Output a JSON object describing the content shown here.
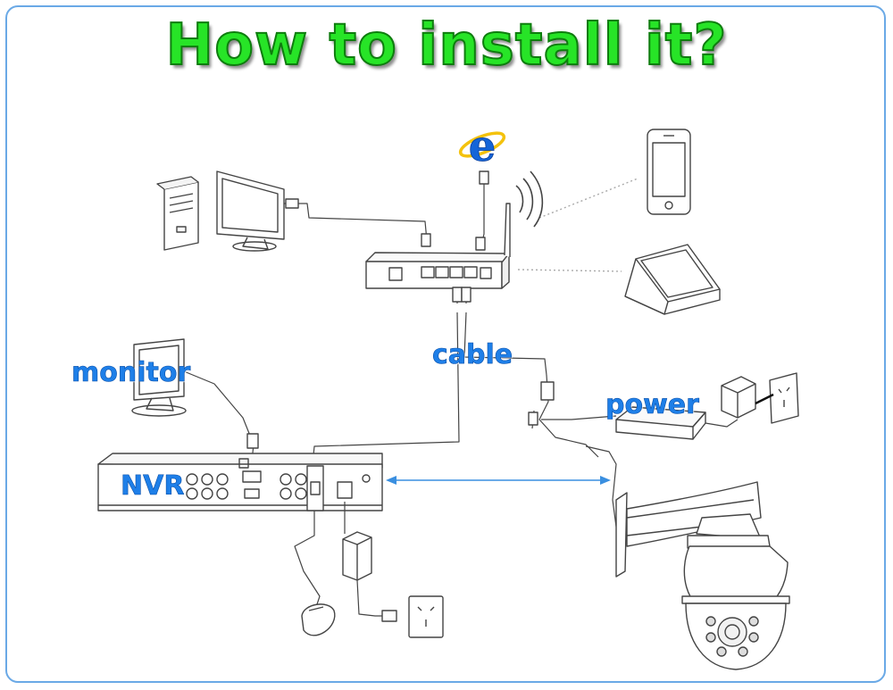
{
  "title": "How to install it?",
  "labels": {
    "cable": "cable",
    "monitor": "monitor",
    "power": "power",
    "nvr": "NVR"
  },
  "colors": {
    "title_fill": "#27e427",
    "label_blue": "#1e7fe8",
    "frame_border": "#6aa9e6",
    "ie_blue": "#1565d8",
    "ie_yellow": "#f4c20d"
  },
  "icons": [
    "internet-explorer-icon",
    "wifi-waves-icon"
  ]
}
